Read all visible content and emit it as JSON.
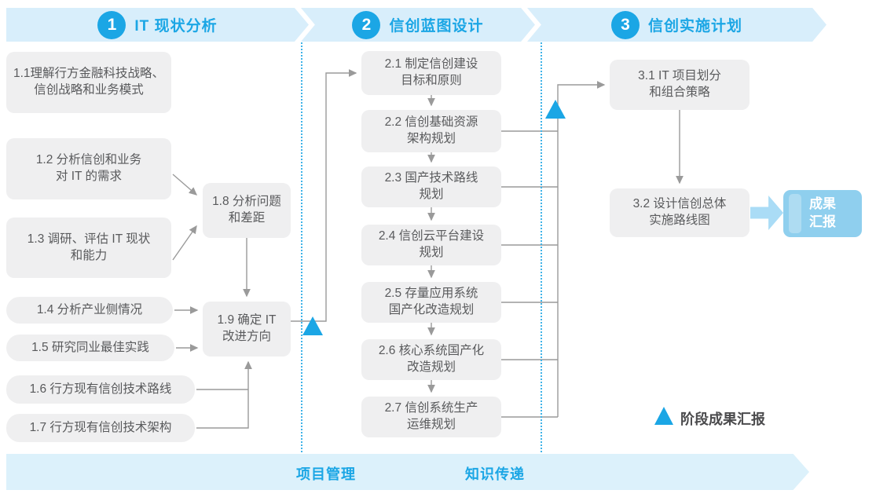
{
  "colors": {
    "accent_blue": "#1ba6e5",
    "banner_light_blue": "#d8eefb",
    "box_gray": "#efeff0",
    "box_text_gray": "#595a5c",
    "connector_gray": "#9a9a9a",
    "result_box_blue": "#8fcfee",
    "dotted_divider_blue": "#3fb3e8"
  },
  "phases": [
    {
      "number": "1",
      "title": "IT 现状分析"
    },
    {
      "number": "2",
      "title": "信创蓝图设计"
    },
    {
      "number": "3",
      "title": "信创实施计划"
    }
  ],
  "steps": {
    "s1_1": "1.1理解行方金融科技战略、\n信创战略和业务模式",
    "s1_2": "1.2 分析信创和业务\n对 IT 的需求",
    "s1_3": "1.3 调研、评估 IT 现状\n和能力",
    "s1_4": "1.4 分析产业侧情况",
    "s1_5": "1.5 研究同业最佳实践",
    "s1_6": "1.6 行方现有信创技术路线",
    "s1_7": "1.7 行方现有信创技术架构",
    "s1_8": "1.8 分析问题\n和差距",
    "s1_9": "1.9 确定 IT\n改进方向",
    "s2_1": "2.1 制定信创建设\n目标和原则",
    "s2_2": "2.2 信创基础资源\n架构规划",
    "s2_3": "2.3 国产技术路线\n规划",
    "s2_4": "2.4 信创云平台建设\n规划",
    "s2_5": "2.5 存量应用系统\n国产化改造规划",
    "s2_6": "2.6 核心系统国产化\n改造规划",
    "s2_7": "2.7 信创系统生产\n运维规划",
    "s3_1": "3.1 IT 项目划分\n和组合策略",
    "s3_2": "3.2 设计信创总体\n实施路线图"
  },
  "result_box": "成果\n汇报",
  "legend": {
    "milestone_label": "阶段成果汇报"
  },
  "footer": {
    "project_management": "项目管理",
    "knowledge_transfer": "知识传递"
  }
}
